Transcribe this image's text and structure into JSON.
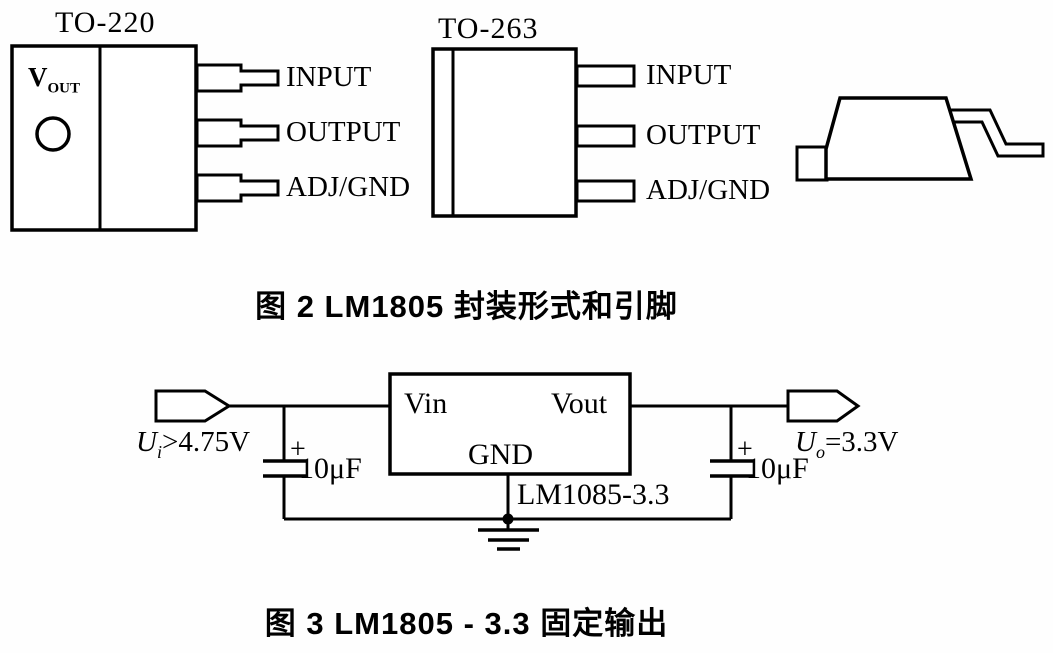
{
  "figure2": {
    "caption": "图 2  LM1805 封装形式和引脚",
    "to220": {
      "label": "TO-220",
      "marking_sym": "V",
      "marking_sub": "OUT",
      "pins": [
        "INPUT",
        "OUTPUT",
        "ADJ/GND"
      ]
    },
    "to263": {
      "label": "TO-263",
      "pins": [
        "INPUT",
        "OUTPUT",
        "ADJ/GND"
      ]
    }
  },
  "figure3": {
    "caption": "图 3  LM1805 - 3.3 固定输出",
    "input": {
      "sym": "U",
      "sub": "i",
      "rest": ">4.75V"
    },
    "output": {
      "sym": "U",
      "sub": "o",
      "rest": "=3.3V"
    },
    "regulator": {
      "pin_in": "Vin",
      "pin_out": "Vout",
      "pin_gnd": "GND",
      "part_number": "LM1085-3.3"
    },
    "capacitor_left": {
      "polarity": "+",
      "value": "10μF"
    },
    "capacitor_right": {
      "polarity": "+",
      "value": "10μF"
    }
  }
}
